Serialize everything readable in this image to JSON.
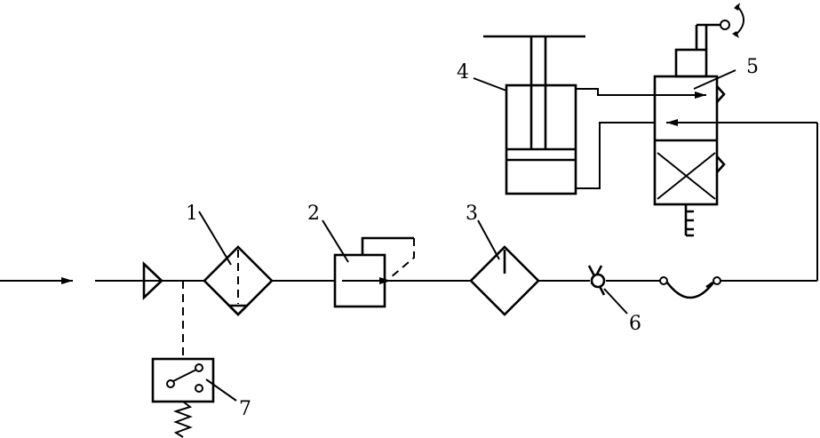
{
  "labels": {
    "filter": "1",
    "regulator": "2",
    "lubricator": "3",
    "cylinder": "4",
    "valve": "5",
    "check_valve": "6",
    "pressure_switch": "7"
  }
}
